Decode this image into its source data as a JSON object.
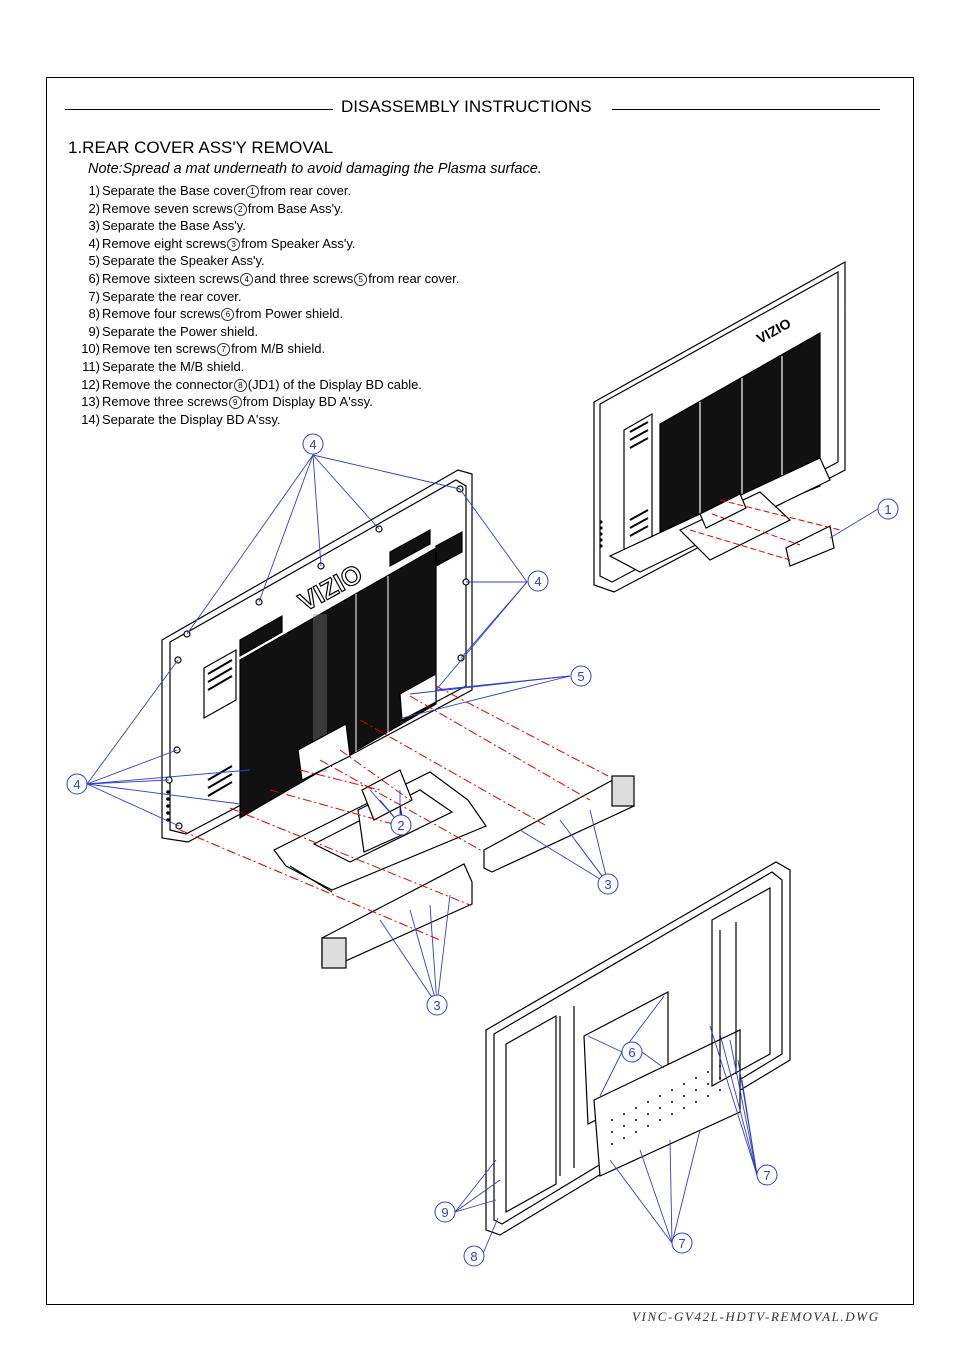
{
  "header": {
    "title": "DISASSEMBLY INSTRUCTIONS"
  },
  "section": {
    "title": "1.REAR COVER ASS'Y REMOVAL",
    "note": "Note:Spread a mat underneath to avoid damaging the Plasma surface."
  },
  "steps": [
    {
      "num": "1)",
      "before": "Separate the Base cover",
      "marker": "1",
      "after": "from rear cover."
    },
    {
      "num": "2)",
      "before": "Remove seven screws",
      "marker": "2",
      "after": "from Base Ass'y."
    },
    {
      "num": "3)",
      "before": "Separate the Base Ass'y.",
      "marker": "",
      "after": ""
    },
    {
      "num": "4)",
      "before": "Remove eight screws",
      "marker": "3",
      "after": "from Speaker Ass'y."
    },
    {
      "num": "5)",
      "before": "Separate the Speaker Ass'y.",
      "marker": "",
      "after": ""
    },
    {
      "num": "6)",
      "before": "Remove sixteen screws",
      "marker": "4",
      "after": "and three screws",
      "marker2": "5",
      "after2": "from rear cover."
    },
    {
      "num": "7)",
      "before": "Separate the rear cover.",
      "marker": "",
      "after": ""
    },
    {
      "num": "8)",
      "before": "Remove four screws",
      "marker": "6",
      "after": "from Power shield."
    },
    {
      "num": "9)",
      "before": "Separate the Power shield.",
      "marker": "",
      "after": ""
    },
    {
      "num": "10)",
      "before": "Remove ten screws",
      "marker": "7",
      "after": "from M/B shield."
    },
    {
      "num": "11)",
      "before": "Separate the M/B shield.",
      "marker": "",
      "after": ""
    },
    {
      "num": "12)",
      "before": "Remove the connector",
      "marker": "8",
      "after": "(JD1) of the Display BD cable."
    },
    {
      "num": "13)",
      "before": "Remove three screws",
      "marker": "9",
      "after": "from Display BD A'ssy."
    },
    {
      "num": "14)",
      "before": "Separate the  Display BD A'ssy.",
      "marker": "",
      "after": ""
    }
  ],
  "drawing": {
    "brand_logo": "VIZIO",
    "callouts": [
      "4",
      "4",
      "4",
      "5",
      "2",
      "3",
      "3",
      "1",
      "6",
      "7",
      "7",
      "9",
      "8"
    ]
  },
  "footer": {
    "filename": "VINC-GV42L-HDTV-REMOVAL.DWG"
  }
}
